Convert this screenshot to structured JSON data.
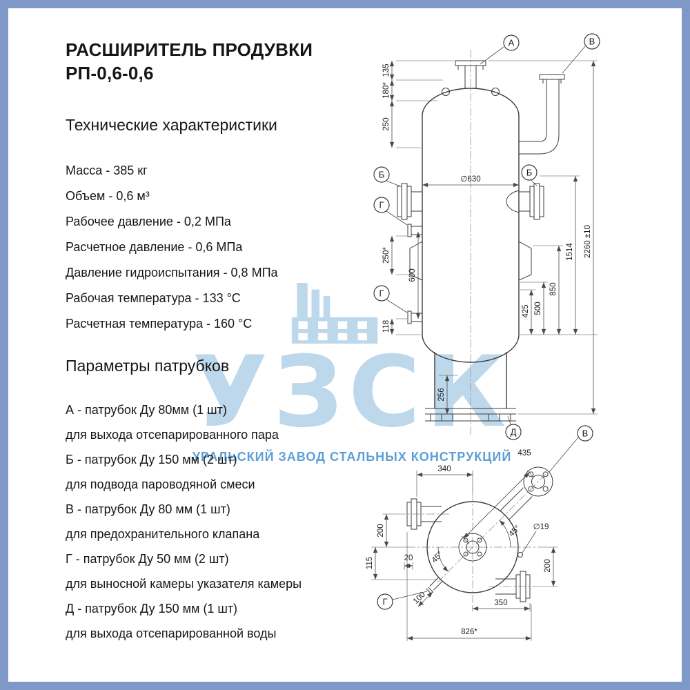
{
  "page": {
    "frame_color": "#7e99c8",
    "title_line1": "РАСШИРИТЕЛЬ ПРОДУВКИ",
    "title_line2": "РП-0,6-0,6"
  },
  "specs": {
    "heading": "Технические характеристики",
    "items": [
      "Масса - 385 кг",
      "Объем - 0,6 м³",
      "Рабочее давление - 0,2 МПа",
      "Расчетное давление - 0,6 МПа",
      "Давление гидроиспытания - 0,8 МПа",
      "Рабочая температура - 133 °С",
      "Расчетная температура - 160 °С"
    ]
  },
  "nozzles": {
    "heading": "Параметры патрубков",
    "items": [
      {
        "title": "А - патрубок Ду 80мм (1 шт)",
        "desc": "для выхода отсепарированного пара"
      },
      {
        "title": "Б - патрубок Ду 150 мм (2 шт)",
        "desc": "для подвода пароводяной смеси"
      },
      {
        "title": "В - патрубок Ду 80 мм (1 шт)",
        "desc": "для предохранительного клапана"
      },
      {
        "title": "Г - патрубок Ду 50 мм (2 шт)",
        "desc": "для выносной камеры указателя камеры"
      },
      {
        "title": "Д - патрубок Ду 150 мм (1 шт)",
        "desc": "для выхода отсепарированной воды"
      }
    ]
  },
  "watermark": {
    "acronym": "УЗСК",
    "subtitle": "УРАЛЬСКИЙ ЗАВОД СТАЛЬНЫХ КОНСТРУКЦИЙ",
    "light_color": "#bdd7eb",
    "accent_color": "#5d9fd6"
  },
  "drawing": {
    "callouts": {
      "a": "А",
      "b": "Б",
      "v": "В",
      "g": "Г",
      "d": "Д"
    },
    "front": {
      "dims": {
        "d135": "135",
        "d180": "180*",
        "d250": "250",
        "dia630": "∅630",
        "d250s": "250*",
        "d600": "600",
        "d118": "118",
        "d256": "256",
        "d425": "425",
        "d500": "500",
        "d850": "850",
        "d1514": "1514",
        "d2260": "2260 ±10"
      }
    },
    "top": {
      "dims": {
        "d340": "340",
        "d435": "435",
        "d200_left": "200",
        "d200_right": "200",
        "d45_v": "45°",
        "d45_g": "45°",
        "dia19": "∅19",
        "d115": "115",
        "d20": "20",
        "d100": "100",
        "d350": "350",
        "d826": "826*"
      }
    }
  }
}
